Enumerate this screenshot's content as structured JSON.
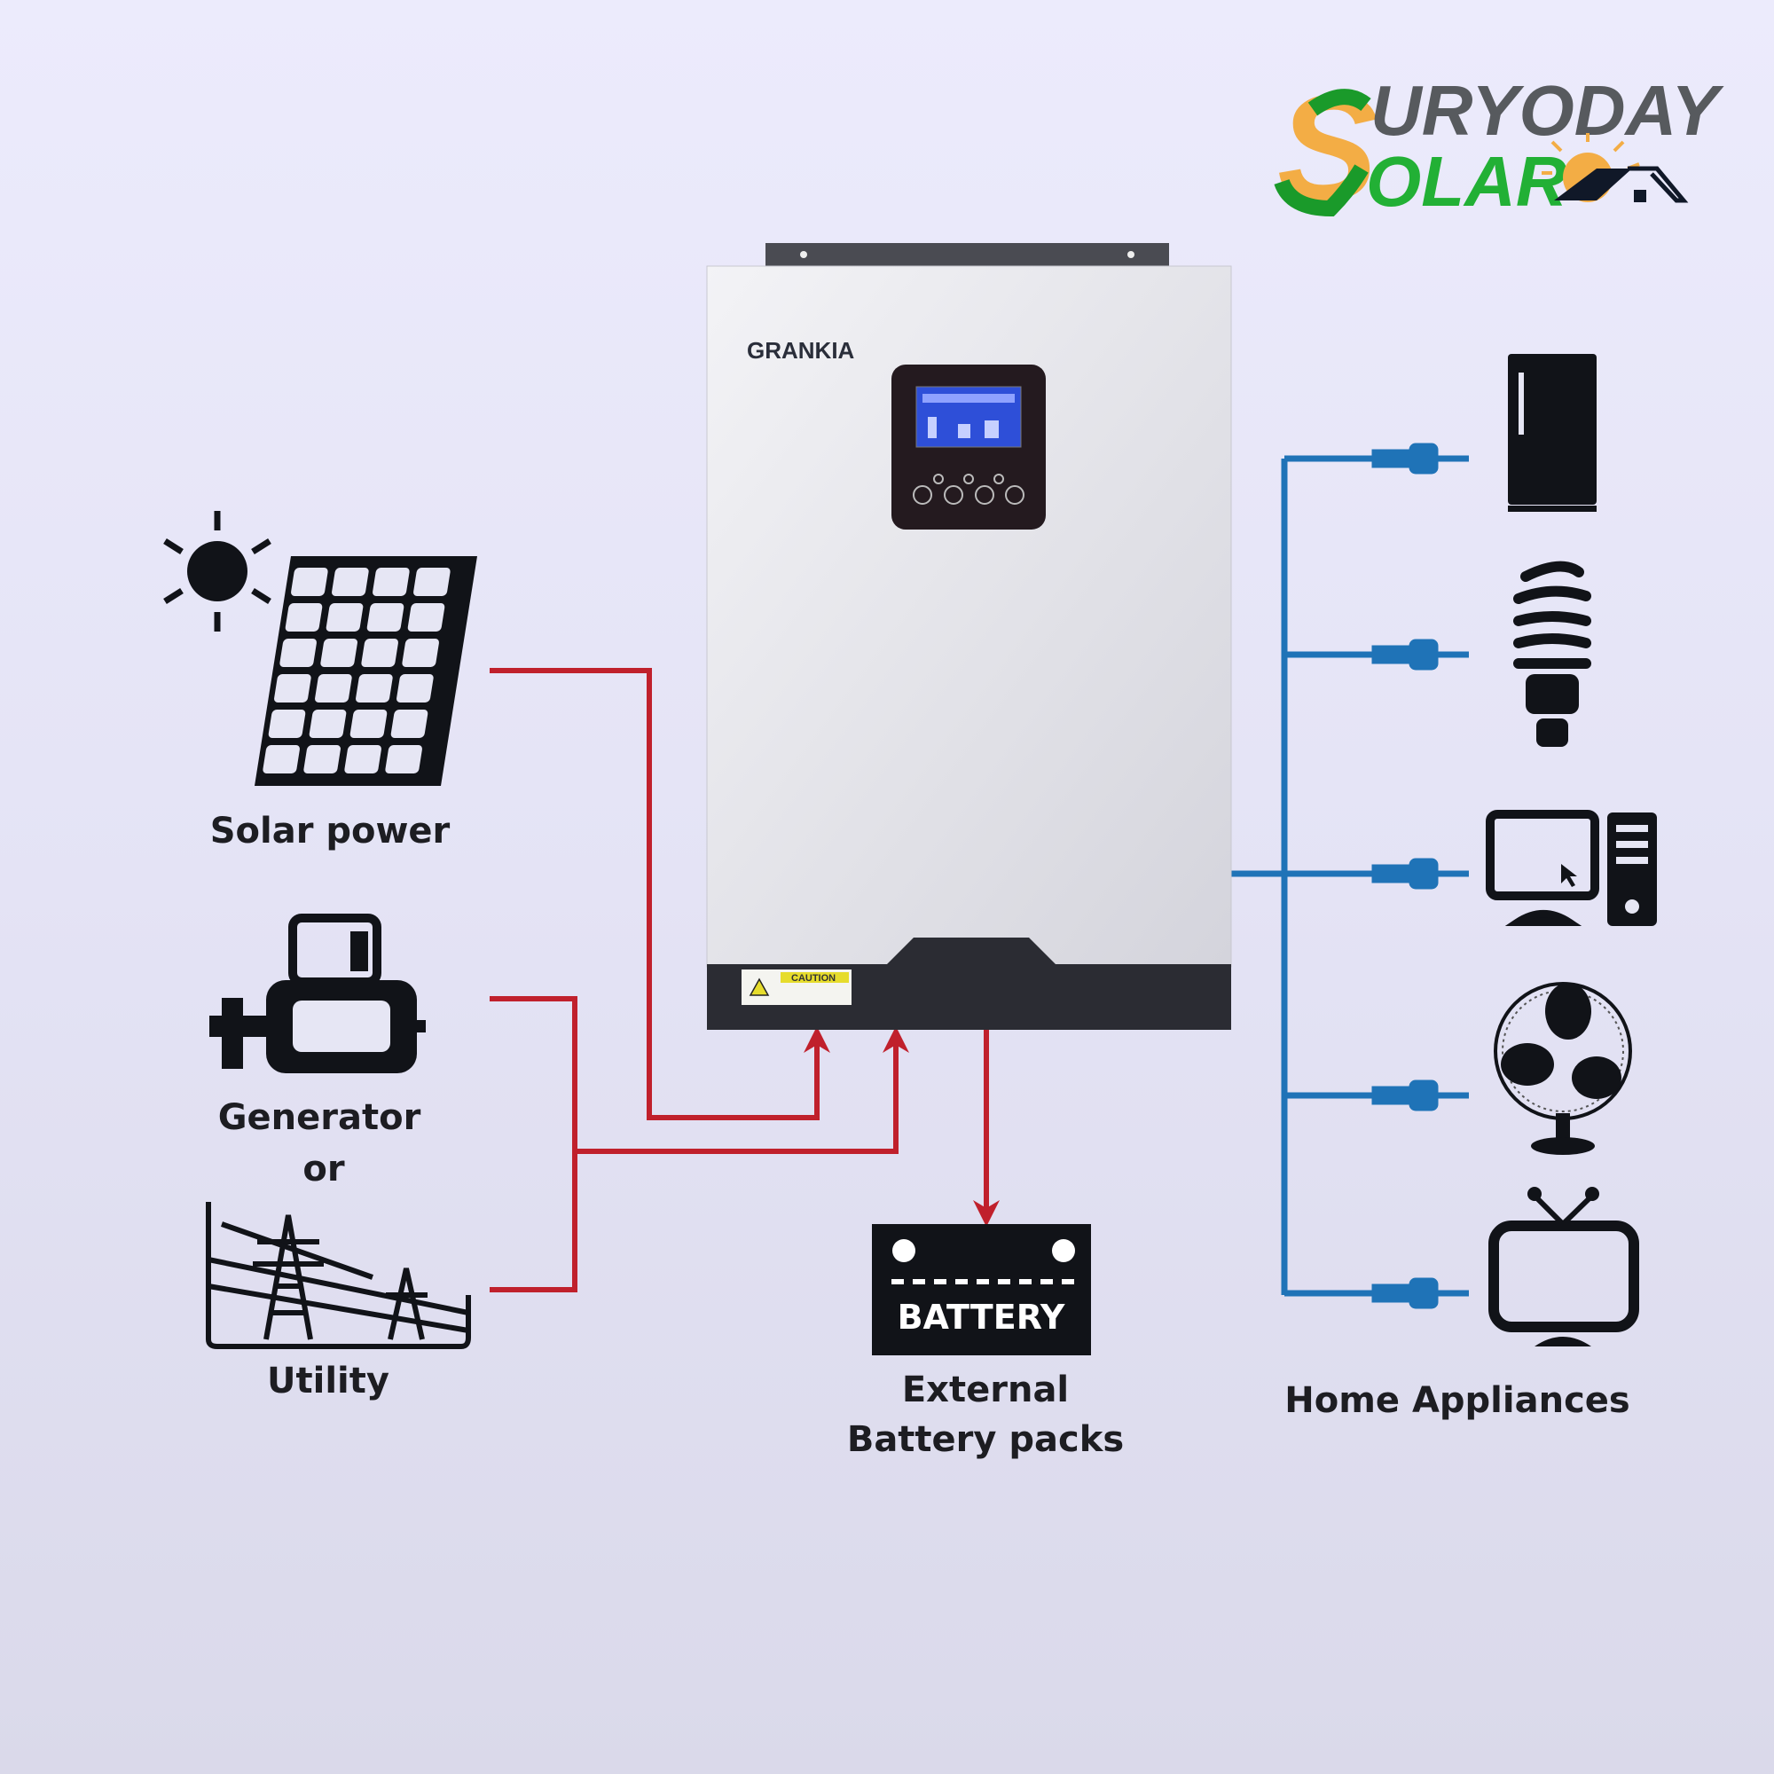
{
  "logo": {
    "line1": "URYODAY",
    "line2": "OLAR",
    "initial": "S",
    "colors": {
      "gray": "#575a5e",
      "green": "#22b035",
      "orange": "#f3ad45"
    }
  },
  "inverter": {
    "brand": "GRANKIA",
    "caution_label": "CAUTION"
  },
  "sources": {
    "solar": "Solar power",
    "generator": "Generator",
    "or": "or",
    "utility": "Utility"
  },
  "battery": {
    "icon_text": "BATTERY",
    "label_line1": "External",
    "label_line2": "Battery packs"
  },
  "loads": {
    "label": "Home Appliances",
    "items": [
      "refrigerator",
      "light-bulb",
      "computer",
      "fan",
      "television"
    ]
  },
  "colors": {
    "input_line": "#c0202c",
    "output_line": "#1f73b7",
    "icon": "#111318"
  }
}
